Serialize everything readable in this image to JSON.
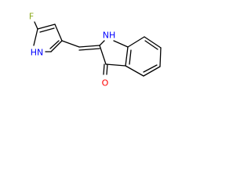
{
  "molecule": {
    "atoms": {
      "fluorine": "F",
      "pyrrole_nh": "HN",
      "indole_nh": "NH",
      "carbonyl_o": "O"
    },
    "colors": {
      "bond": "#000000",
      "fluorine": "#8cab1e",
      "nitrogen": "#0000ff",
      "oxygen": "#ff0000"
    }
  }
}
